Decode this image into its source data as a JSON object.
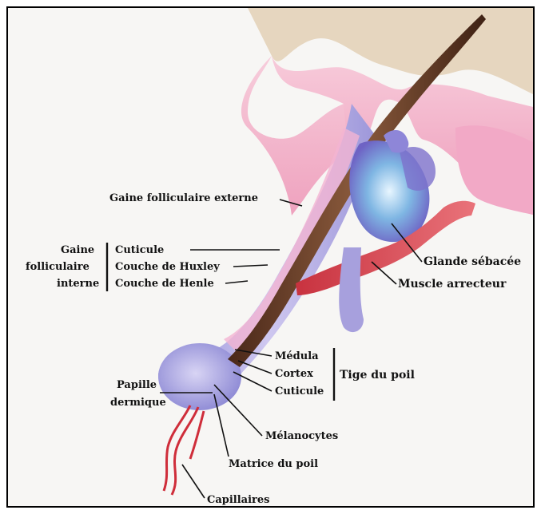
{
  "labels": {
    "outer_sheath": "Gaine folliculaire externe",
    "inner_sheath_l1": "Gaine",
    "inner_sheath_l2": "folliculaire",
    "inner_sheath_l3": "interne",
    "cuticle_inner": "Cuticule",
    "huxley": "Couche de Huxley",
    "henle": "Couche de Henle",
    "sebaceous": "Glande sébacée",
    "arrector": "Muscle arrecteur",
    "medulla": "Médula",
    "cortex": "Cortex",
    "cuticle_shaft": "Cuticule",
    "hair_shaft": "Tige du poil",
    "papilla_l1": "Papille",
    "papilla_l2": "dermique",
    "melanocytes": "Mélanocytes",
    "matrix": "Matrice du poil",
    "capillaries": "Capillaires"
  },
  "colors": {
    "skin_pink": "#f2a9c6",
    "epidermis": "#e9d9c4",
    "follicle_blue": "#b9b3e6",
    "hair_brown": "#6b3f2a",
    "gland_blue": "#8fbfe6",
    "muscle_red": "#d9434e"
  }
}
